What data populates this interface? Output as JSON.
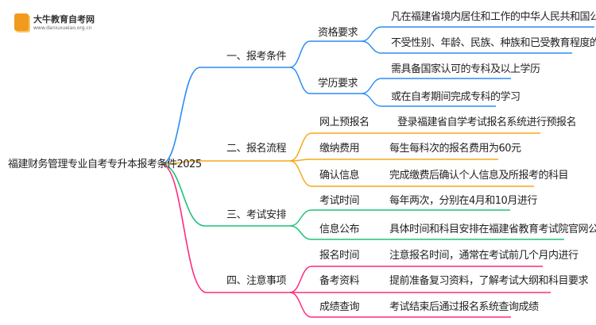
{
  "logo": {
    "name": "大牛教育自考网",
    "url": "www.daniuxueiao.org.cn"
  },
  "root": "福建财务管理专业自考专升本报考条件2025",
  "colors": {
    "b1": "#2b8cf7",
    "b2": "#f5a81c",
    "b3": "#1fc27a",
    "b4": "#ff2a7f"
  },
  "branches": [
    {
      "label": "一、报考条件",
      "children": [
        {
          "label": "资格要求",
          "leaves": [
            "凡在福建省境内居住和工作的中华人民共和国公民均可报名",
            "不受性别、年龄、民族、种族和已受教育程度的限制"
          ]
        },
        {
          "label": "学历要求",
          "leaves": [
            "需具备国家认可的专科及以上学历",
            "或在自考期间完成专科的学习"
          ]
        }
      ]
    },
    {
      "label": "二、报名流程",
      "children": [
        {
          "label": "网上预报名",
          "leaf": "登录福建省自学考试报名系统进行预报名"
        },
        {
          "label": "缴纳费用",
          "leaf": "每生每科次的报名费用为60元"
        },
        {
          "label": "确认信息",
          "leaf": "完成缴费后确认个人信息及所报考的科目"
        }
      ]
    },
    {
      "label": "三、考试安排",
      "children": [
        {
          "label": "考试时间",
          "leaf": "每年两次，分别在4月和10月进行"
        },
        {
          "label": "信息公布",
          "leaf": "具体时间和科目安排在福建省教育考试院官网公布"
        }
      ]
    },
    {
      "label": "四、注意事项",
      "children": [
        {
          "label": "报名时间",
          "leaf": "注意报名时间，通常在考试前几个月内进行"
        },
        {
          "label": "备考资料",
          "leaf": "提前准备复习资料，了解考试大纲和科目要求"
        },
        {
          "label": "成绩查询",
          "leaf": "考试结束后通过报名系统查询成绩"
        }
      ]
    }
  ]
}
